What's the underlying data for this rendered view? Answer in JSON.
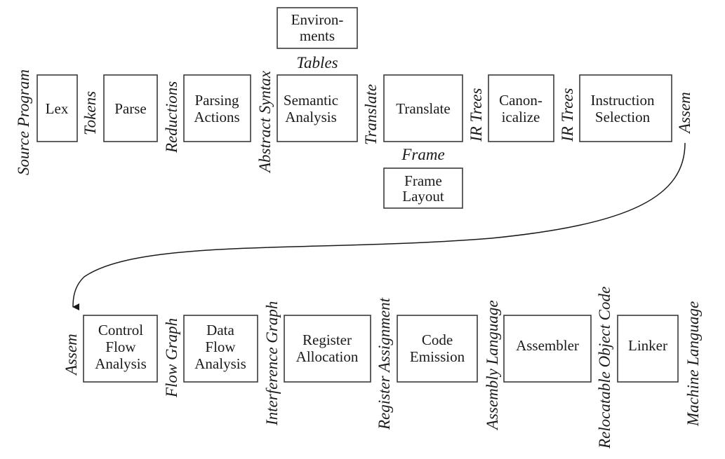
{
  "title": "Compiler phases and interfaces",
  "boxes": {
    "lex": [
      "Lex"
    ],
    "parse": [
      "Parse"
    ],
    "parsing_actions": [
      "Parsing",
      "Actions"
    ],
    "semantic_analysis": [
      "Semantic",
      "Analysis"
    ],
    "environments": [
      "Environ-",
      "ments"
    ],
    "translate": [
      "Translate"
    ],
    "frame_layout": [
      "Frame",
      "Layout"
    ],
    "canonicalize": [
      "Canon-",
      "icalize"
    ],
    "instruction_selection": [
      "Instruction",
      "Selection"
    ],
    "control_flow_analysis": [
      "Control",
      "Flow",
      "Analysis"
    ],
    "data_flow_analysis": [
      "Data",
      "Flow",
      "Analysis"
    ],
    "register_allocation": [
      "Register",
      "Allocation"
    ],
    "code_emission": [
      "Code",
      "Emission"
    ],
    "assembler": [
      "Assembler"
    ],
    "linker": [
      "Linker"
    ]
  },
  "labels": {
    "source_program": "Source Program",
    "tokens": "Tokens",
    "reductions": "Reductions",
    "abstract_syntax": "Abstract Syntax",
    "tables": "Tables",
    "translate": "Translate",
    "frame": "Frame",
    "ir_trees_1": "IR Trees",
    "ir_trees_2": "IR Trees",
    "assem_top": "Assem",
    "assem_bottom": "Assem",
    "flow_graph": "Flow Graph",
    "interference_graph": "Interference Graph",
    "register_assignment": "Register Assignment",
    "assembly_language": "Assembly Language",
    "relocatable_object_code": "Relocatable Object Code",
    "machine_language": "Machine Language"
  }
}
